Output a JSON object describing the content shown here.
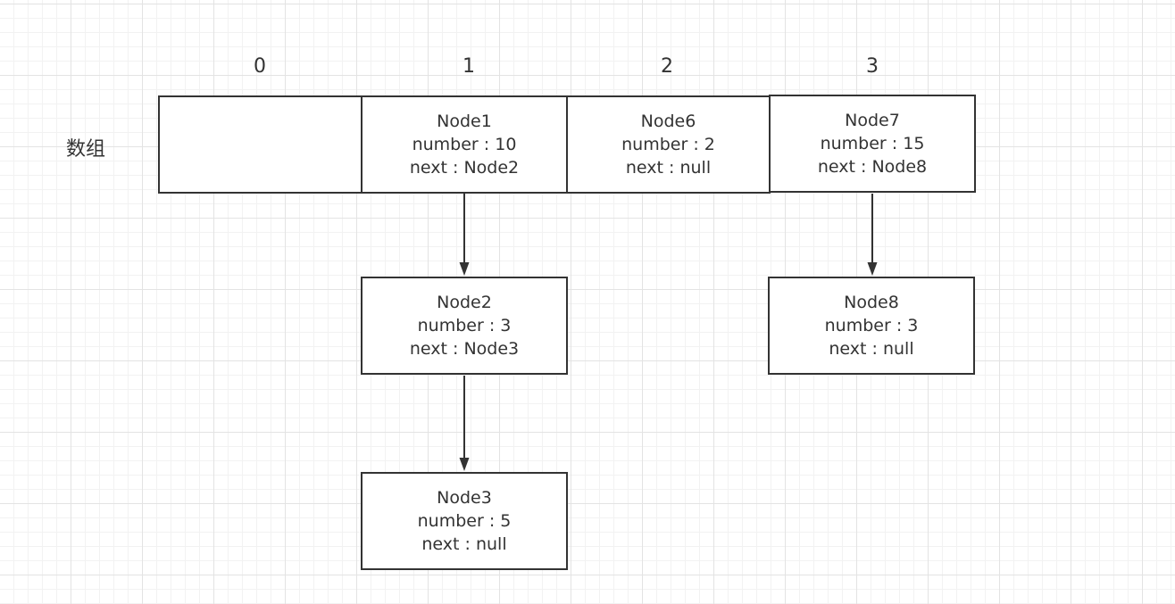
{
  "diagram": {
    "row_label": "数组",
    "indices": [
      "0",
      "1",
      "2",
      "3"
    ],
    "nodes": {
      "node1": {
        "name": "Node1",
        "number": "number : 10",
        "next": "next : Node2"
      },
      "node6": {
        "name": "Node6",
        "number": "number : 2",
        "next": "next : null"
      },
      "node7": {
        "name": "Node7",
        "number": "number : 15",
        "next": "next : Node8"
      },
      "node2": {
        "name": "Node2",
        "number": "number : 3",
        "next": "next : Node3"
      },
      "node3": {
        "name": "Node3",
        "number": "number : 5",
        "next": "next : null"
      },
      "node8": {
        "name": "Node8",
        "number": "number : 3",
        "next": "next : null"
      }
    },
    "colors": {
      "stroke": "#333333",
      "grid_major": "#e3e3e3",
      "grid_minor": "#f2f2f2",
      "background": "#ffffff"
    }
  }
}
